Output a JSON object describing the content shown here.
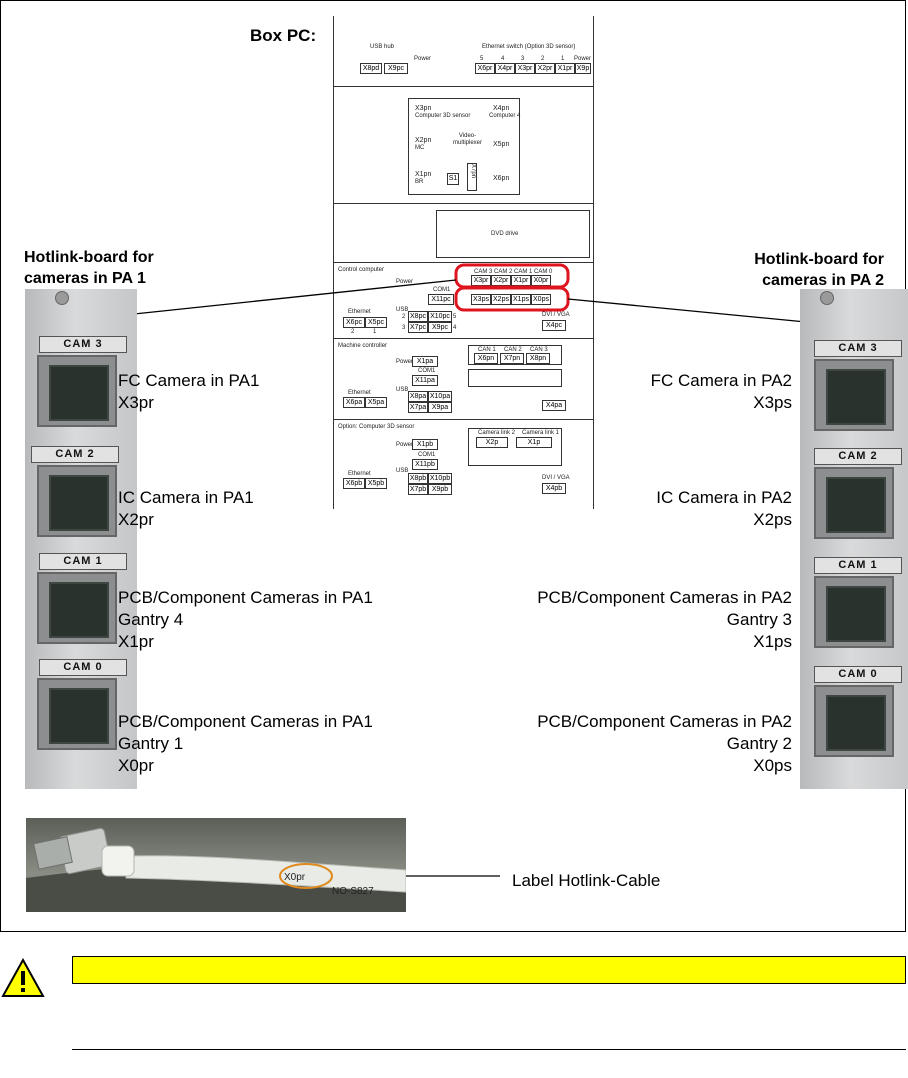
{
  "box_pc": {
    "title": "Box PC:",
    "usb_hub": {
      "label": "USB hub",
      "power_label": "Power",
      "ports": [
        "X8pd",
        "X9pc"
      ]
    },
    "ethernet_switch": {
      "label": "Ethernet switch (Option 3D sensor)",
      "numbers": [
        "5",
        "4",
        "3",
        "2",
        "1",
        "Power"
      ],
      "ports": [
        "X6pr",
        "X4pr",
        "X3pr",
        "X2pr",
        "X1pr",
        "X9p"
      ]
    },
    "video_mux": {
      "left_ports": [
        {
          "id": "X3pn",
          "sub": "Computer 3D sensor"
        },
        {
          "id": "X2pn",
          "sub": "MC"
        },
        {
          "id": "X1pn",
          "sub": "BR"
        }
      ],
      "center_label": "Video-\nmultiplexer",
      "s1": "S1",
      "x7pn": "X7pn",
      "right_ports": [
        {
          "id": "X4pn",
          "sub": "Computer 4"
        },
        {
          "id": "X5pn",
          "sub": ""
        },
        {
          "id": "X6pn",
          "sub": ""
        }
      ]
    },
    "dvd": {
      "label": "DVD drive"
    },
    "control_computer": {
      "label": "Control computer",
      "power_label": "Power",
      "cam_headers": [
        "CAM 3",
        "CAM 2",
        "CAM 1",
        "CAM 0"
      ],
      "cam_row1": [
        "X3pr",
        "X2pr",
        "X1pr",
        "X0pr"
      ],
      "cam_row2": [
        "X3ps",
        "X2ps",
        "X1ps",
        "X0ps"
      ],
      "com_label": "COM1",
      "com_port": "X11pc",
      "ethernet_label": "Ethernet",
      "eth_ports": [
        "X6pc",
        "X5pc"
      ],
      "eth_nums": [
        "2",
        "1"
      ],
      "usb_label": "USB",
      "usb_row1": [
        "X8pc",
        "X10pc"
      ],
      "usb_row2": [
        "X7pc",
        "X9pc"
      ],
      "usb_nums_l": [
        "2",
        "3"
      ],
      "usb_nums_r": [
        "5",
        "4"
      ],
      "dvi_label": "DVI / VGA",
      "dvi_port": "X4pc"
    },
    "machine_controller": {
      "label": "Machine controller",
      "power_label": "Power",
      "power_port": "X1pa",
      "cam_headers": [
        "CAN 1",
        "CAN 2",
        "CAN 3"
      ],
      "can_ports": [
        "X6pn",
        "X7pn",
        "X8pn"
      ],
      "com_label": "COM1",
      "com_port": "X11pa",
      "ethernet_label": "Ethernet",
      "eth_ports": [
        "X6pa",
        "X5pa"
      ],
      "usb_label": "USB",
      "usb_row1": [
        "X8pa",
        "X10pa"
      ],
      "usb_row2": [
        "X7pa",
        "X9pa"
      ],
      "dvi_port": "X4pa"
    },
    "option_3d": {
      "label": "Option: Computer 3D sensor",
      "power_label": "Power",
      "power_port": "X1pb",
      "cam_headers": [
        "Camera link 2",
        "Camera link 1"
      ],
      "cam_ports": [
        "X2p",
        "X1p"
      ],
      "com_label": "COM1",
      "com_port": "X11pb",
      "ethernet_label": "Ethernet",
      "eth_ports": [
        "X6pb",
        "X5pb"
      ],
      "usb_label": "USB",
      "usb_row1": [
        "X8pb",
        "X10pb"
      ],
      "usb_row2": [
        "X7pb",
        "X9pb"
      ],
      "dvi_label": "DVI / VGA",
      "dvi_port": "X4pb"
    }
  },
  "left_board": {
    "title_line1": "Hotlink-board for",
    "title_line2": "cameras in PA 1",
    "cam_tags": [
      "CAM 3",
      "CAM 2",
      "CAM 1",
      "CAM 0"
    ]
  },
  "right_board": {
    "title_line1": "Hotlink-board for",
    "title_line2": "cameras in PA 2",
    "cam_tags": [
      "CAM 3",
      "CAM 2",
      "CAM 1",
      "CAM 0"
    ]
  },
  "left_labels": {
    "cam3": [
      "FC Camera in PA1",
      "X3pr"
    ],
    "cam2": [
      "IC Camera in PA1",
      "X2pr"
    ],
    "cam1": [
      "PCB/Component Cameras in PA1",
      "Gantry 4",
      "X1pr"
    ],
    "cam0": [
      "PCB/Component Cameras in PA1",
      "Gantry 1",
      "X0pr"
    ]
  },
  "right_labels": {
    "cam3": [
      "FC Camera in PA2",
      "X3ps"
    ],
    "cam2": [
      "IC Camera in PA2",
      "X2ps"
    ],
    "cam1": [
      "PCB/Component Cameras in PA2",
      "Gantry 3",
      "X1ps"
    ],
    "cam0": [
      "PCB/Component Cameras in PA2",
      "Gantry 2",
      "X0ps"
    ]
  },
  "cable": {
    "label_text": "X0pr",
    "print_text": "NO-S827",
    "callout": "Label Hotlink-Cable"
  },
  "colors": {
    "highlight": "#e0141e",
    "warning": "#ffff00",
    "callout_ring": "#e08a1e"
  }
}
